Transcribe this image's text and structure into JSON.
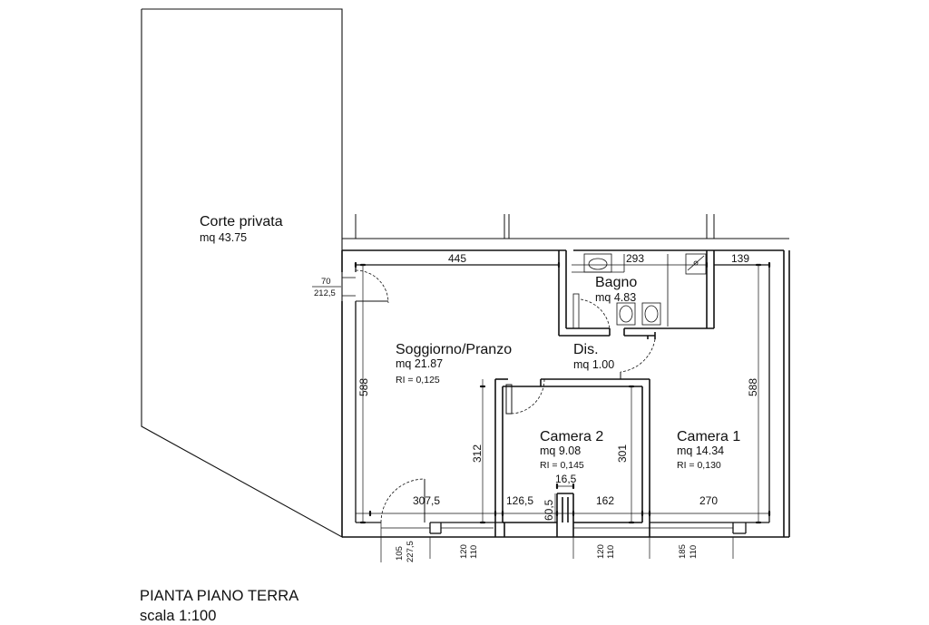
{
  "rooms": {
    "corte": {
      "name": "Corte privata",
      "area": "mq 43.75"
    },
    "soggiorno": {
      "name": "Soggiorno/Pranzo",
      "area": "mq 21.87",
      "ri": "RI = 0,125"
    },
    "bagno": {
      "name": "Bagno",
      "area": "mq 4.83"
    },
    "dis": {
      "name": "Dis.",
      "area": "mq 1.00"
    },
    "camera2": {
      "name": "Camera 2",
      "area": "mq 9.08",
      "ri": "RI = 0,145"
    },
    "camera1": {
      "name": "Camera 1",
      "area": "mq 14.34",
      "ri": "RI = 0,130"
    }
  },
  "dimensions": {
    "top_left": "445",
    "top_bagno": "293",
    "top_right": "139",
    "left_height": "588",
    "right_height": "588",
    "partition_height": "312",
    "camera2_height": "301",
    "bottom_soggiorno": "307,5",
    "bottom_pier": "126,5",
    "bottom_camera2": "162",
    "bottom_camera1": "270",
    "small_gap": "16,5",
    "small_height": "60,5",
    "corte_door_w": "70",
    "corte_door_h": "212,5",
    "window1_w": "105",
    "window1_h": "227,5",
    "window2_w": "120",
    "window2_h": "110",
    "window3_w": "120",
    "window3_h": "110",
    "window4_w": "185",
    "window4_h": "110"
  },
  "footer": {
    "title": "PIANTA PIANO TERRA",
    "scale": "scala 1:100"
  }
}
